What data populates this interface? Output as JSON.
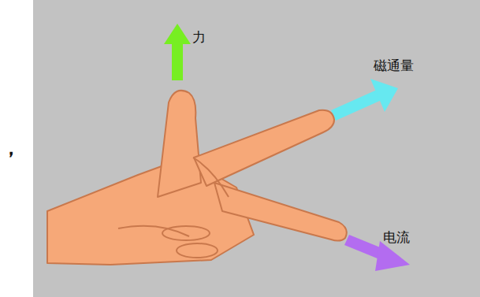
{
  "diagram": {
    "labels": [
      "力",
      "磁通量",
      "电流",
      "，"
    ]
  }
}
